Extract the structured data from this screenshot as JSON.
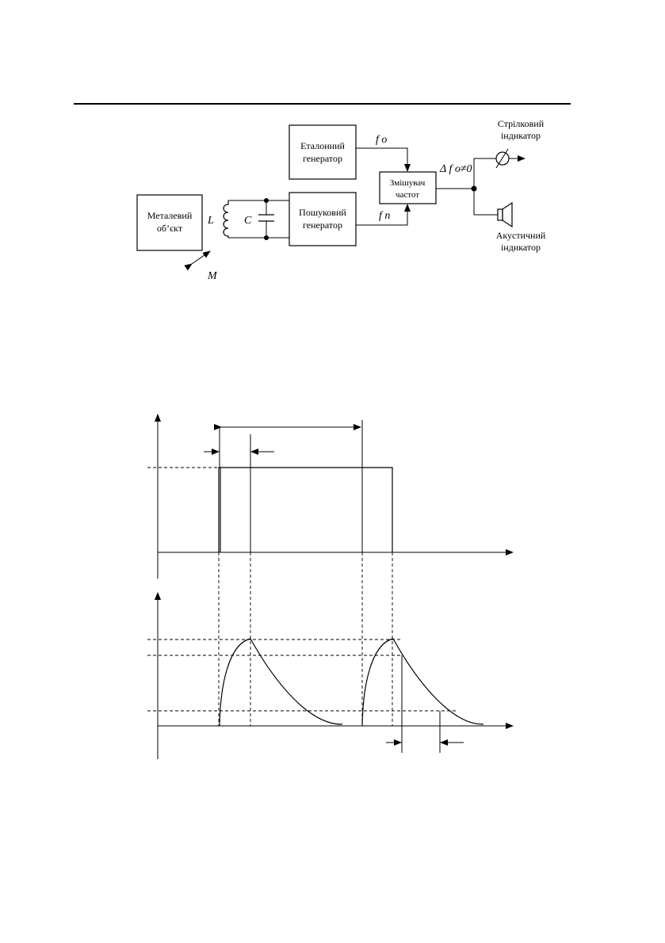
{
  "block_diagram": {
    "metal_object": [
      "Металевий",
      "об’єкт"
    ],
    "coil_label": "L",
    "capacitor_label": "C",
    "mutual_label": "M",
    "reference_generator": [
      "Еталонний",
      "генератор"
    ],
    "search_generator": [
      "Пошуковий",
      "генератор"
    ],
    "mixer": [
      "Змішувач",
      "частот"
    ],
    "f0_label": "f o",
    "fn_label": "f n",
    "delta_label": "Δ f o≠0",
    "pointer_indicator": [
      "Стрілковий",
      "індикатор"
    ],
    "acoustic_indicator": [
      "Акустичний",
      "індикатор"
    ]
  }
}
